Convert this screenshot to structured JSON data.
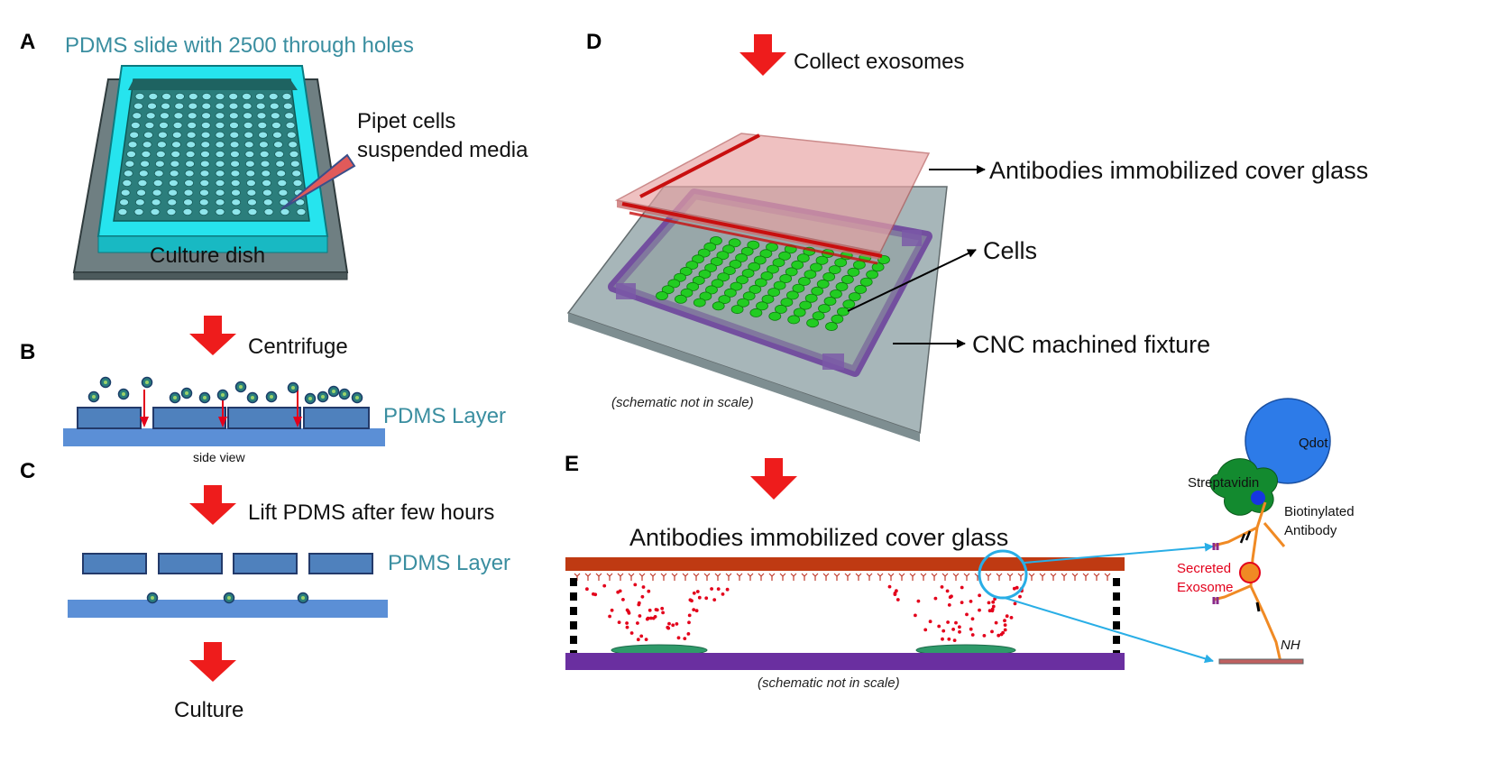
{
  "panels": {
    "A": {
      "letter": "A",
      "title": "PDMS slide with 2500 through holes",
      "pipet_line1": "Pipet cells",
      "pipet_line2": "suspended media",
      "dish_label": "Culture dish"
    },
    "B": {
      "letter": "B",
      "step": "Centrifuge",
      "layer_label": "PDMS Layer",
      "view_label": "side view"
    },
    "C": {
      "letter": "C",
      "step": "Lift PDMS after few hours",
      "layer_label": "PDMS Layer",
      "final_step": "Culture"
    },
    "D": {
      "letter": "D",
      "step": "Collect exosomes",
      "cover_label": "Antibodies immobilized cover glass",
      "cells_label": "Cells",
      "fixture_label": "CNC machined fixture",
      "note": "(schematic not in scale)"
    },
    "E": {
      "letter": "E",
      "cover_label": "Antibodies immobilized cover glass",
      "note": "(schematic not in scale)",
      "qdot": "Qdot",
      "streptavidin": "Streptavidin",
      "biotin_line1": "Biotinylated",
      "biotin_line2": "Antibody",
      "exosome_line1": "Secreted",
      "exosome_line2": "Exosome",
      "nh": "NH"
    }
  },
  "colors": {
    "step_arrow": "#ee1c1c",
    "teal_text": "#3a8ea0",
    "pdms_block": "#4f81bd",
    "substrate": "#5b8fd6",
    "cover_glass": "#bf3a12",
    "fixture_base": "#6a2fa0",
    "cells": "#22cc22",
    "callout": "#29aee6"
  }
}
